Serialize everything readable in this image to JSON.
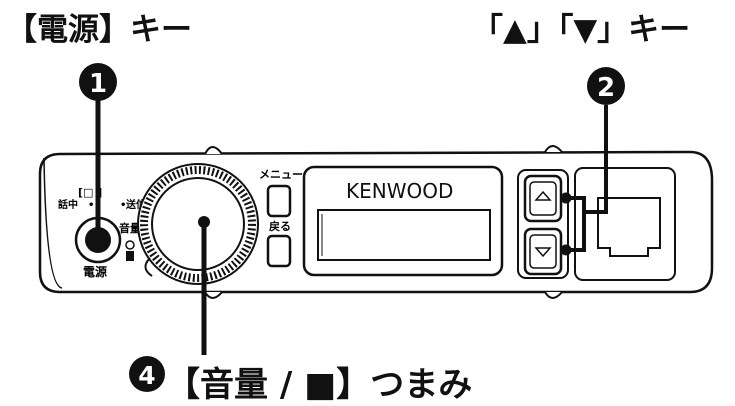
{
  "labels": {
    "power_key": "【電源】キー",
    "updown_key": "「▲」「▼」キー",
    "volume_knob": "【音量 / ■】つまみ"
  },
  "callouts": {
    "c1": "1",
    "c2": "2",
    "c4": "4"
  },
  "device": {
    "brand": "KENWOOD",
    "menu_label": "メニュー",
    "back_label": "戻る",
    "volume_label": "音量",
    "power_label": "電源",
    "mode_left": "話中",
    "mode_right": "送信"
  },
  "colors": {
    "ink": "#111111",
    "panel": "#ffffff"
  },
  "icons": [
    "up-arrow-icon",
    "down-arrow-icon",
    "ethernet-port-icon"
  ]
}
